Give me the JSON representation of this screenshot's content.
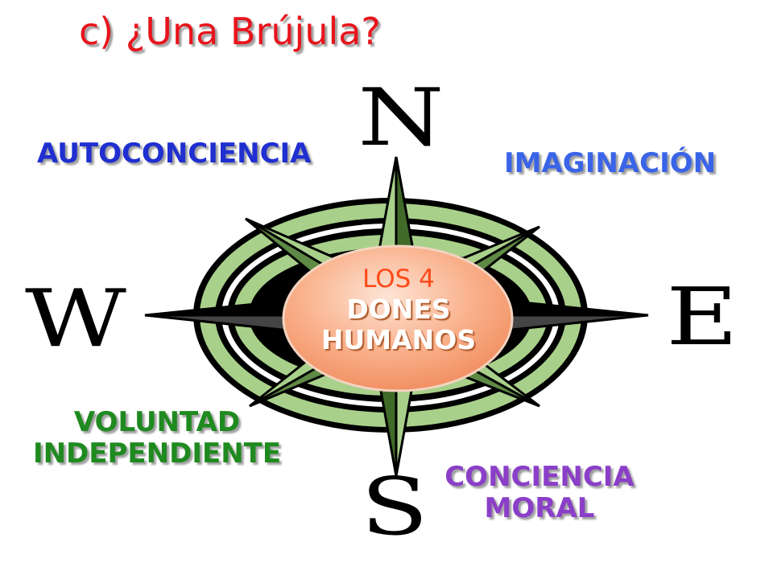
{
  "title": "c) ¿Una Brújula?",
  "compass": {
    "north": "N",
    "south": "S",
    "east": "E",
    "west": "W"
  },
  "center": {
    "line1": "LOS 4",
    "line2": "DONES",
    "line3": "HUMANOS"
  },
  "labels": {
    "top_left": "AUTOCONCIENCIA",
    "top_right": "IMAGINACIÓN",
    "bottom_left_1": "VOLUNTAD",
    "bottom_left_2": "INDEPENDIENTE",
    "bottom_right_1": "CONCIENCIA",
    "bottom_right_2": "MORAL"
  },
  "colors": {
    "title": "#e8141c",
    "ring": "#a8d08a",
    "outline": "#000000",
    "center_fill": "#f7a27a",
    "autoconciencia": "#1f2fd0",
    "imaginacion": "#3a64e8",
    "voluntad": "#1f8a1f",
    "conciencia": "#8b3fc8"
  }
}
